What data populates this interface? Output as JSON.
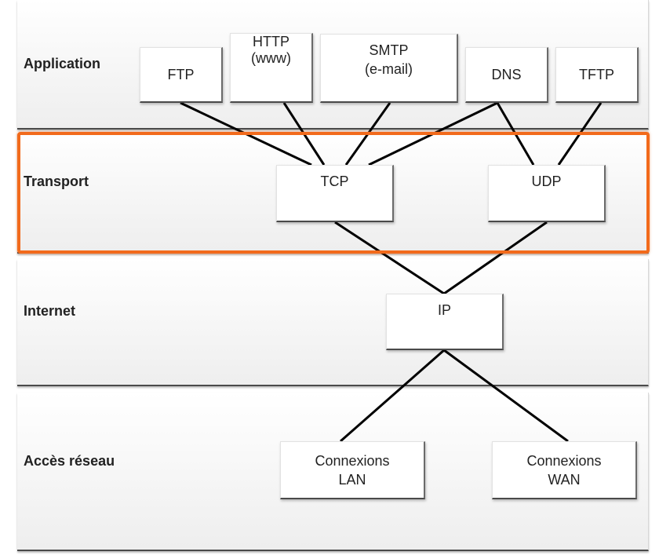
{
  "layers": {
    "application": "Application",
    "transport": "Transport",
    "internet": "Internet",
    "access": "Accès réseau"
  },
  "protocols": {
    "ftp": [
      "FTP"
    ],
    "http": [
      "HTTP",
      "(www)"
    ],
    "smtp": [
      "SMTP",
      "(e-mail)"
    ],
    "dns": [
      "DNS"
    ],
    "tftp": [
      "TFTP"
    ],
    "tcp": [
      "TCP"
    ],
    "udp": [
      "UDP"
    ],
    "ip": [
      "IP"
    ],
    "lan": [
      "Connexions",
      "LAN"
    ],
    "wan": [
      "Connexions",
      "WAN"
    ]
  },
  "colors": {
    "highlight": "#f26a1b",
    "line": "#000000"
  },
  "links": [
    [
      "ftp",
      "tcp"
    ],
    [
      "http",
      "tcp"
    ],
    [
      "smtp",
      "tcp"
    ],
    [
      "dns",
      "tcp"
    ],
    [
      "dns",
      "udp"
    ],
    [
      "tftp",
      "udp"
    ],
    [
      "tcp",
      "ip"
    ],
    [
      "udp",
      "ip"
    ],
    [
      "ip",
      "lan"
    ],
    [
      "ip",
      "wan"
    ]
  ]
}
